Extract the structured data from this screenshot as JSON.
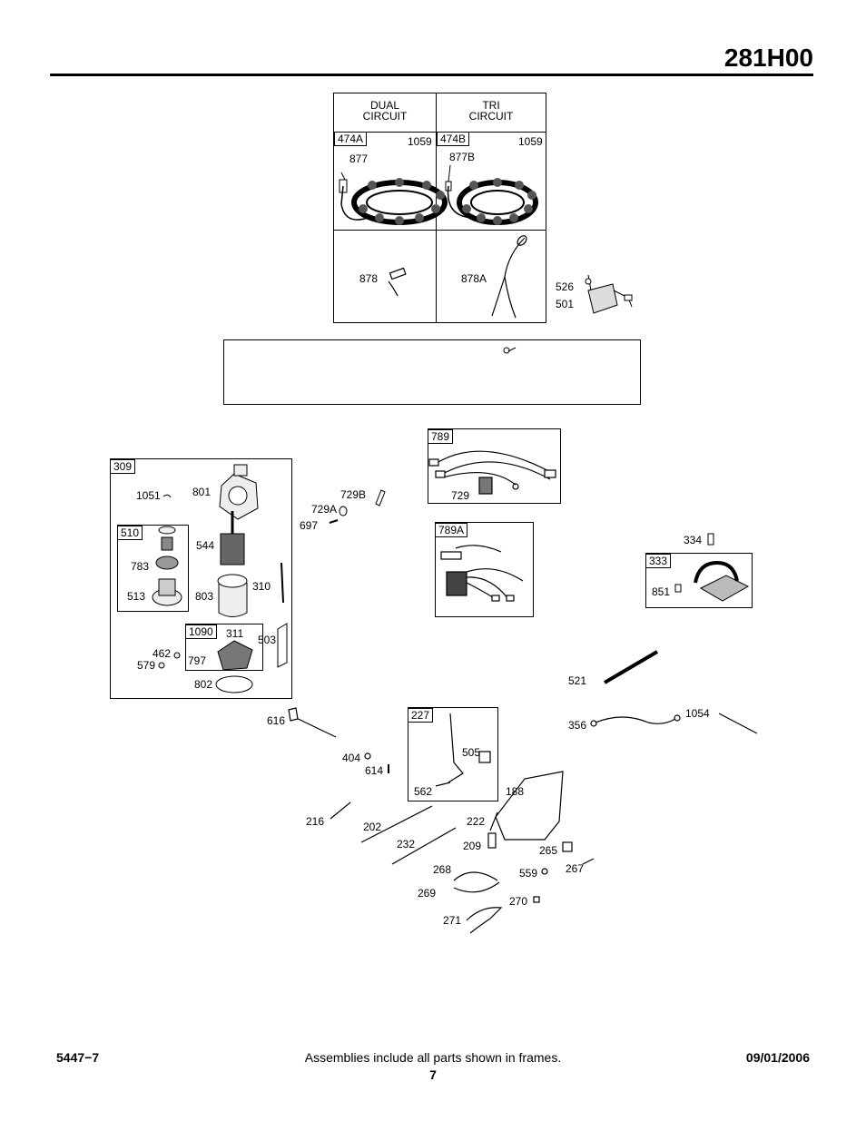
{
  "header": {
    "model": "281H00"
  },
  "stator_table": {
    "col1": {
      "line1": "DUAL",
      "line2": "CIRCUIT"
    },
    "col2": {
      "line1": "TRI",
      "line2": "CIRCUIT"
    }
  },
  "frames": {
    "f474A": "474A",
    "f474B": "474B",
    "f309": "309",
    "f510": "510",
    "f1090": "1090",
    "f789": "789",
    "f789A": "789A",
    "f333": "333",
    "f227": "227"
  },
  "parts": {
    "p1059a": "1059",
    "p1059b": "1059",
    "p877": "877",
    "p877B": "877B",
    "p878": "878",
    "p878A": "878A",
    "p526": "526",
    "p501": "501",
    "p1051": "1051",
    "p801": "801",
    "p544": "544",
    "p783": "783",
    "p513": "513",
    "p803": "803",
    "p310": "310",
    "p311": "311",
    "p503": "503",
    "p462": "462",
    "p797": "797",
    "p579": "579",
    "p802": "802",
    "p729B": "729B",
    "p729A": "729A",
    "p697": "697",
    "p729": "729",
    "p334": "334",
    "p851": "851",
    "p521": "521",
    "p356": "356",
    "p1054": "1054",
    "p616": "616",
    "p404": "404",
    "p614": "614",
    "p505": "505",
    "p562": "562",
    "p188": "188",
    "p216": "216",
    "p202": "202",
    "p222": "222",
    "p232": "232",
    "p209": "209",
    "p265": "265",
    "p267": "267",
    "p268": "268",
    "p559": "559",
    "p269": "269",
    "p270": "270",
    "p271": "271"
  },
  "footer": {
    "doc_number": "5447−7",
    "note": "Assemblies include all parts shown in frames.",
    "date": "09/01/2006",
    "page": "7"
  }
}
